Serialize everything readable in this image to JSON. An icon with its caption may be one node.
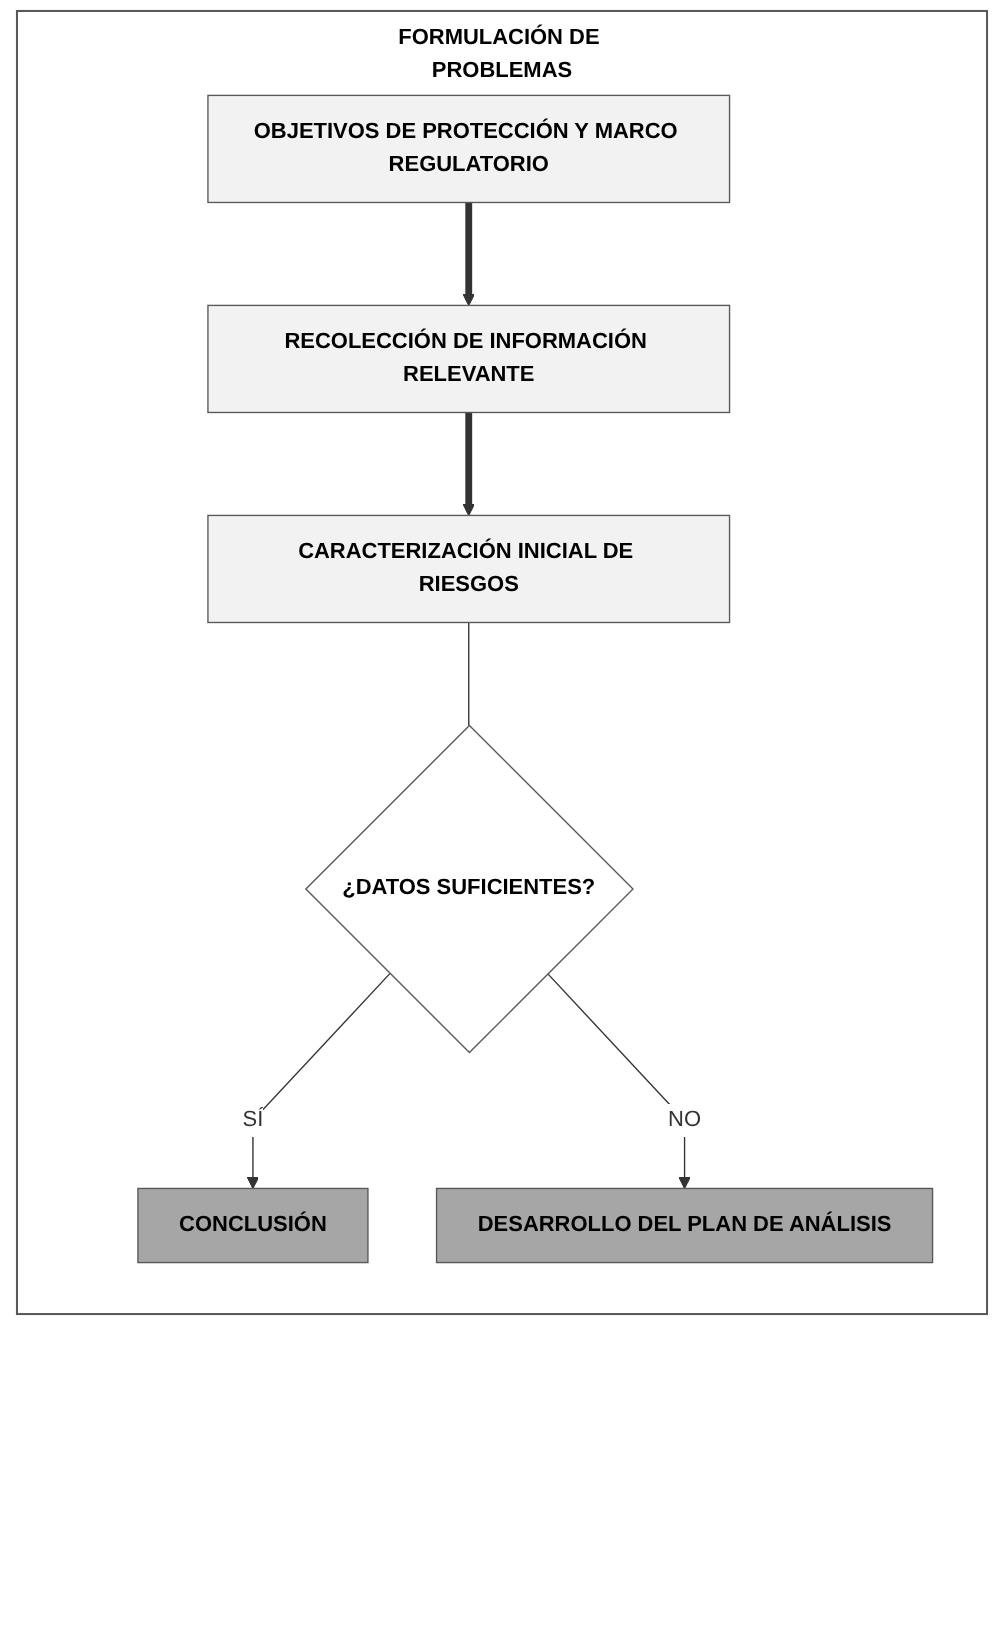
{
  "diagram": {
    "nodes": [
      {
        "text": [
          "FORMULACIÓN DE PROBLEMAS"
        ]
      },
      {
        "text": [
          "OBJETIVOS DE PROTECCIÓN Y MARCO REGULATORIO"
        ],
        "in": 0
      },
      {
        "text": [
          "RECOLECCIÓN DE INFORMACIÓN RELEVANTE"
        ],
        "in": 0
      },
      {
        "text": [
          "CARACTERIZACIÓN INICIAL DE RIESGOS"
        ],
        "in": 0
      },
      {
        "text": [
          "¿DATOS SUFICIENTES?"
        ],
        "in": 0
      },
      {
        "text": [
          "CONCLUSIÓN"
        ],
        "in": 0
      },
      {
        "text": [
          "DESARROLLO DEL PLAN DE ANÁLISIS"
        ],
        "in": 0
      }
    ],
    "edges": [
      {
        "from": 1,
        "to": 2,
        "arrow": "to",
        "style": "thick"
      },
      {
        "from": 2,
        "to": 3,
        "arrow": "to",
        "style": "thick"
      },
      {
        "from": 3,
        "to": 4,
        "arrow": "none"
      },
      {
        "from": 4,
        "to": 5,
        "arrow": "to",
        "label": "SÍ"
      },
      {
        "from": 4,
        "to": 6,
        "arrow": "to",
        "label": "NO"
      }
    ]
  }
}
